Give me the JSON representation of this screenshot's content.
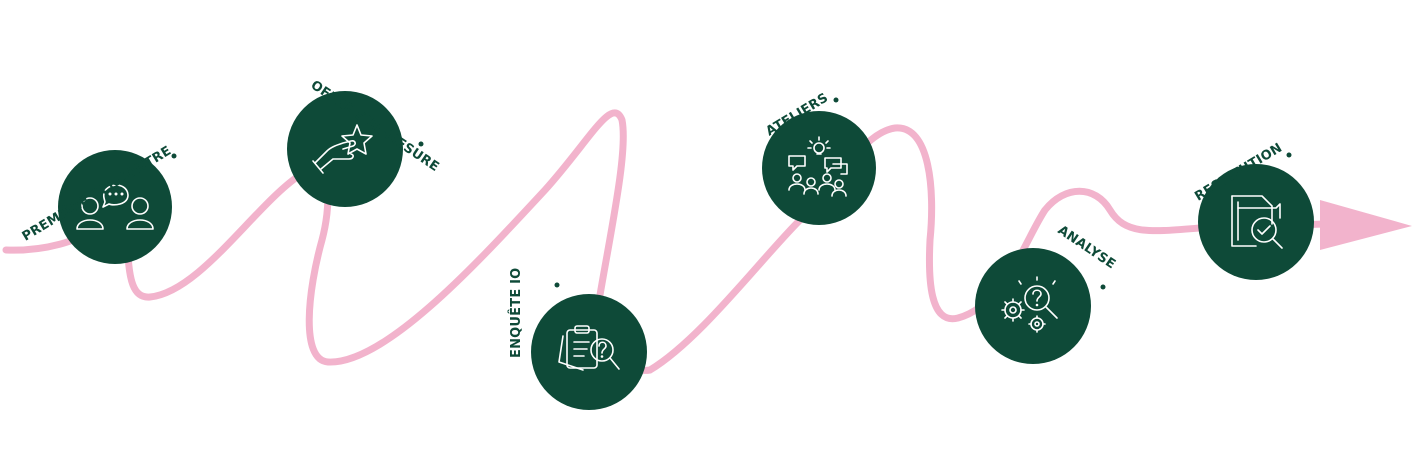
{
  "colors": {
    "path": "#f2b3cc",
    "node": "#0e4a38",
    "icon": "#ffffff",
    "label": "#0e4a38"
  },
  "steps": [
    {
      "label": "PREMIÈRE RENCONTRE",
      "icon": "conversation-icon"
    },
    {
      "label": "OFFRE SUR-MESURE",
      "icon": "hand-star-icon"
    },
    {
      "label": "ENQUÊTE IO",
      "icon": "clipboard-question-icon"
    },
    {
      "label": "ATELIERS",
      "icon": "group-discussion-icon"
    },
    {
      "label": "ANALYSE",
      "icon": "gears-magnifier-icon"
    },
    {
      "label": "RESTITUTION",
      "icon": "document-check-icon"
    }
  ]
}
